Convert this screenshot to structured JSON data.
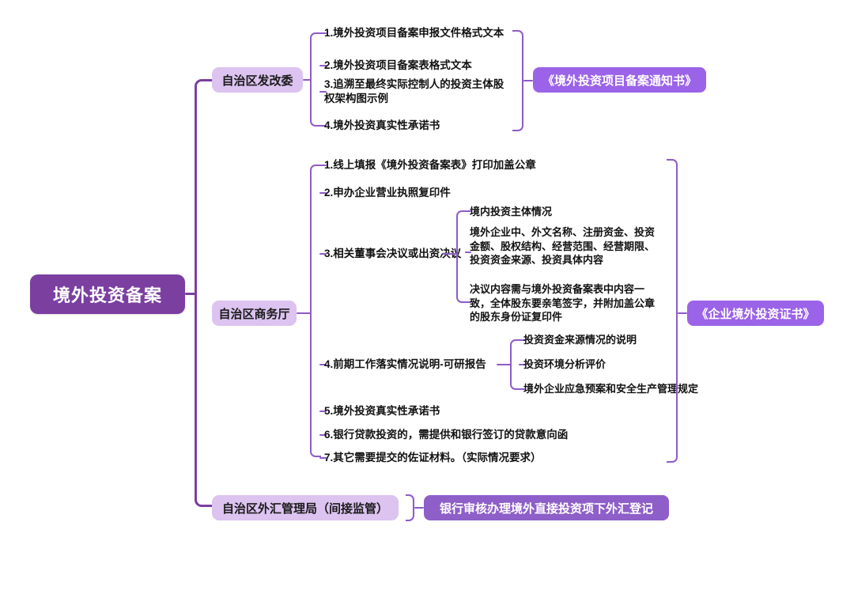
{
  "diagram": {
    "type": "mindmap",
    "title": "境外投资备案",
    "root": {
      "label": "境外投资备案"
    },
    "branches": [
      {
        "id": "ndrc",
        "label": "自治区发改委",
        "items": [
          {
            "text": "1.境外投资项目备案申报文件格式文本"
          },
          {
            "text": "2.境外投资项目备案表格式文本"
          },
          {
            "text": "3.追溯至最终实际控制人的投资主体股权架构图示例"
          },
          {
            "text": "4.境外投资真实性承诺书"
          }
        ],
        "result": {
          "label": "《境外投资项目备案通知书》",
          "style": "light"
        }
      },
      {
        "id": "commerce",
        "label": "自治区商务厅",
        "items": [
          {
            "text": "1.线上填报《境外投资备案表》打印加盖公章"
          },
          {
            "text": "2.申办企业营业执照复印件"
          },
          {
            "text": "3.相关董事会决议或出资决议",
            "children": [
              {
                "text": "境内投资主体情况"
              },
              {
                "text": "境外企业中、外文名称、注册资金、投资金额、股权结构、经营范围、经营期限、投资资金来源、投资具体内容"
              },
              {
                "text": "决议内容需与境外投资备案表中内容一致，全体股东要亲笔签字，并附加盖公章的股东身份证复印件"
              }
            ]
          },
          {
            "text": "4.前期工作落实情况说明-可研报告",
            "children": [
              {
                "text": "投资资金来源情况的说明"
              },
              {
                "text": "投资环境分析评价"
              },
              {
                "text": "境外企业应急预案和安全生产管理规定"
              }
            ]
          },
          {
            "text": "5.境外投资真实性承诺书"
          },
          {
            "text": "6.银行贷款投资的，需提供和银行签订的贷款意向函"
          },
          {
            "text": "7.其它需要提交的佐证材料。（实际情况要求）"
          }
        ],
        "result": {
          "label": "《企业境外投资证书》",
          "style": "light"
        }
      },
      {
        "id": "safe",
        "label": "自治区外汇管理局（间接监管）",
        "items": [],
        "result": {
          "label": "银行审核办理境外直接投资项下外汇登记",
          "style": "deep"
        }
      }
    ],
    "colors": {
      "root_fill": "#7B3FA0",
      "branch_fill": "#DCC3F0",
      "result_fill_light": "#9B63E8",
      "result_fill_deep": "#8E5FC8",
      "connector_main": "#7B3FA0",
      "connector_sub": "#8E5BC8",
      "background": "#FFFFFF",
      "text_dark": "#111111",
      "text_light": "#FFFFFF"
    }
  }
}
